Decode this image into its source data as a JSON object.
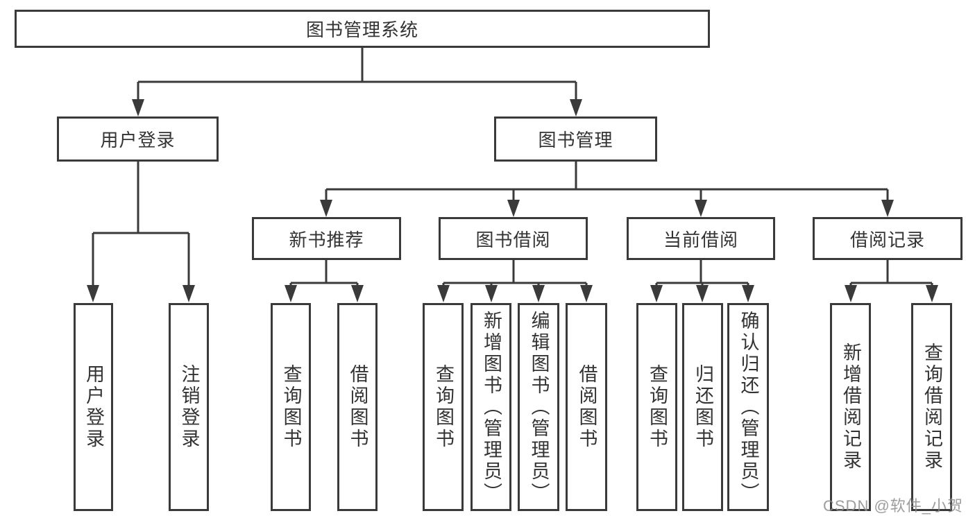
{
  "tree": {
    "root": {
      "label": "图书管理系统"
    },
    "children": [
      {
        "label": "用户登录",
        "children": [
          {
            "label": "用户登录"
          },
          {
            "label": "注销登录"
          }
        ]
      },
      {
        "label": "图书管理",
        "children": [
          {
            "label": "新书推荐",
            "children": [
              {
                "label": "查询图书"
              },
              {
                "label": "借阅图书"
              }
            ]
          },
          {
            "label": "图书借阅",
            "children": [
              {
                "label": "查询图书"
              },
              {
                "label": "新增图书（管理员）"
              },
              {
                "label": "编辑图书（管理员）"
              },
              {
                "label": "借阅图书"
              }
            ]
          },
          {
            "label": "当前借阅",
            "children": [
              {
                "label": "查询图书"
              },
              {
                "label": "归还图书"
              },
              {
                "label": "确认归还（管理员）"
              }
            ]
          },
          {
            "label": "借阅记录",
            "children": [
              {
                "label": "新增借阅记录"
              },
              {
                "label": "查询借阅记录"
              }
            ]
          }
        ]
      }
    ]
  },
  "watermark": {
    "text": "CSDN @软件_小贺同学"
  },
  "colors": {
    "line": "#3a3a3a",
    "text": "#333333",
    "background": "#ffffff",
    "watermark": "#8c8c8c"
  }
}
